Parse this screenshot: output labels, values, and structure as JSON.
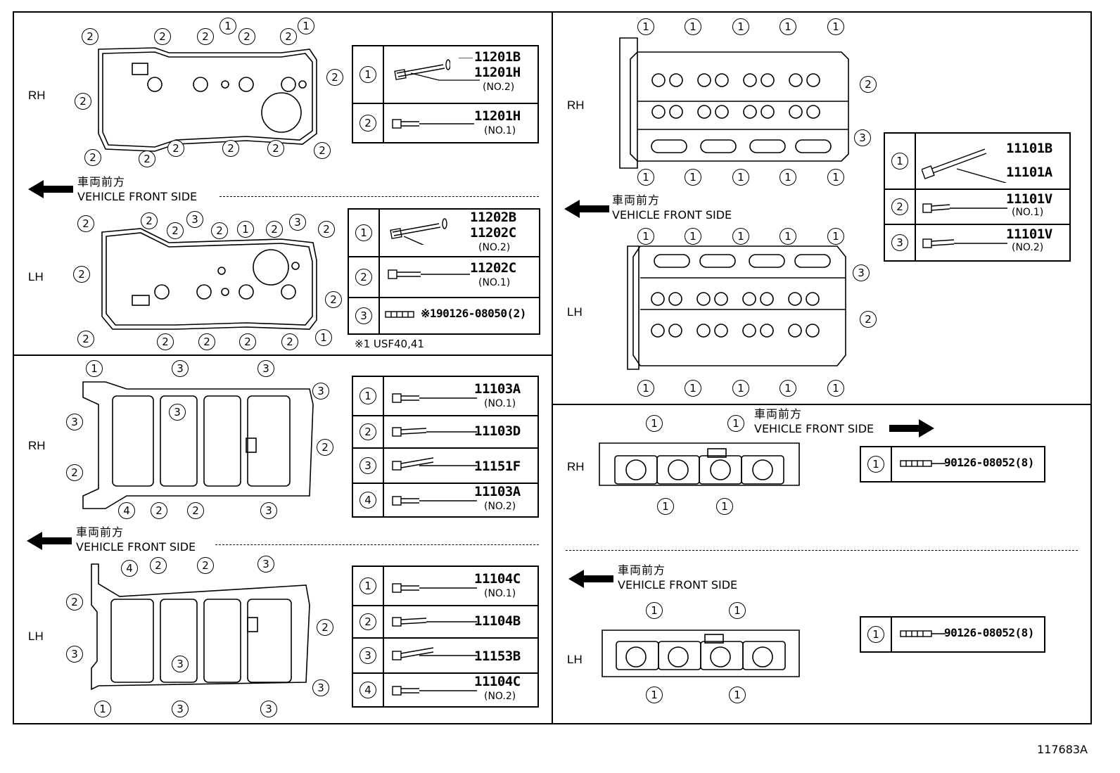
{
  "figure_id": "117683A",
  "sides": {
    "rh": "RH",
    "lh": "LH"
  },
  "front": {
    "ja": "車両前方",
    "en": "VEHICLE FRONT SIDE"
  },
  "note": "※1 USF40,41",
  "nums": {
    "n1": "1",
    "n2": "2",
    "n3": "3",
    "n4": "4"
  },
  "legends": {
    "cover_rh": [
      {
        "n": "1",
        "parts": [
          "11201B",
          "11201H"
        ],
        "sub": "(NO.2)"
      },
      {
        "n": "2",
        "parts": [
          "11201H"
        ],
        "sub": "(NO.1)"
      }
    ],
    "cover_lh": [
      {
        "n": "1",
        "parts": [
          "11202B",
          "11202C"
        ],
        "sub": "(NO.2)"
      },
      {
        "n": "2",
        "parts": [
          "11202C"
        ],
        "sub": "(NO.1)"
      },
      {
        "n": "3",
        "parts": [
          "※190126-08050(2)"
        ],
        "sub": ""
      }
    ],
    "housing_rh": [
      {
        "n": "1",
        "parts": [
          "11103A"
        ],
        "sub": "(NO.1)"
      },
      {
        "n": "2",
        "parts": [
          "11103D"
        ],
        "sub": ""
      },
      {
        "n": "3",
        "parts": [
          "11151F"
        ],
        "sub": ""
      },
      {
        "n": "4",
        "parts": [
          "11103A"
        ],
        "sub": "(NO.2)"
      }
    ],
    "housing_lh": [
      {
        "n": "1",
        "parts": [
          "11104C"
        ],
        "sub": "(NO.1)"
      },
      {
        "n": "2",
        "parts": [
          "11104B"
        ],
        "sub": ""
      },
      {
        "n": "3",
        "parts": [
          "11153B"
        ],
        "sub": ""
      },
      {
        "n": "4",
        "parts": [
          "11104C"
        ],
        "sub": "(NO.2)"
      }
    ],
    "head": [
      {
        "n": "1",
        "parts": [
          "11101B",
          "11101A"
        ],
        "sub": ""
      },
      {
        "n": "2",
        "parts": [
          "11101V"
        ],
        "sub": "(NO.1)"
      },
      {
        "n": "3",
        "parts": [
          "11101V"
        ],
        "sub": "(NO.2)"
      }
    ],
    "stud_rh": [
      {
        "n": "1",
        "parts": [
          "90126-08052(8)"
        ],
        "sub": ""
      }
    ],
    "stud_lh": [
      {
        "n": "1",
        "parts": [
          "90126-08052(8)"
        ],
        "sub": ""
      }
    ]
  },
  "colors": {
    "line": "#000000",
    "bg": "#ffffff"
  }
}
